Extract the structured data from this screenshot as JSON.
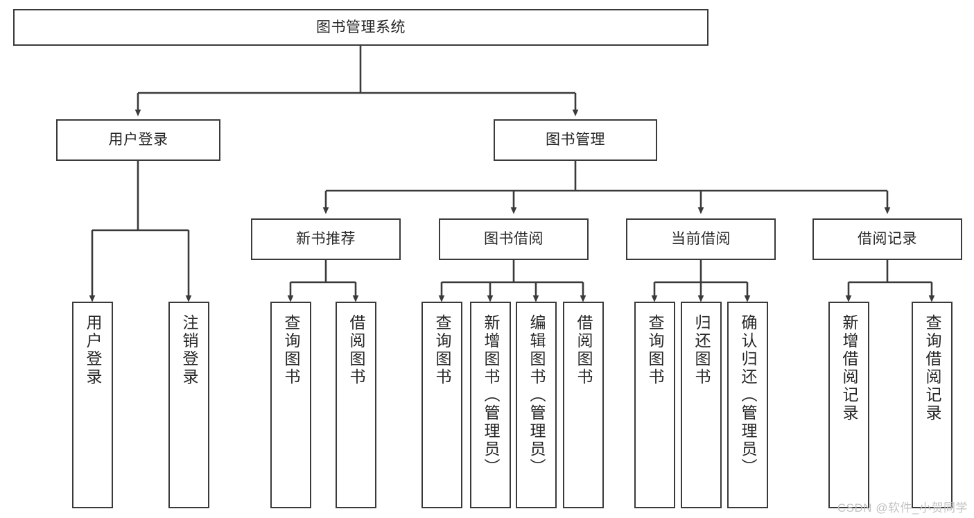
{
  "diagram": {
    "title": "图书管理系统",
    "type": "functional-structure-tree",
    "stroke_color": "#3a3a3a",
    "text_color": "#262626",
    "background_color": "#ffffff"
  },
  "root": {
    "label": "图书管理系统"
  },
  "level2": [
    {
      "label": "用户登录"
    },
    {
      "label": "图书管理"
    }
  ],
  "level3": [
    {
      "label": "新书推荐"
    },
    {
      "label": "图书借阅"
    },
    {
      "label": "当前借阅"
    },
    {
      "label": "借阅记录"
    }
  ],
  "leaves": {
    "user_login": [
      {
        "label": "用户登录"
      },
      {
        "label": "注销登录"
      }
    ],
    "new_book_recommend": [
      {
        "label": "查询图书"
      },
      {
        "label": "借阅图书"
      }
    ],
    "book_borrow": [
      {
        "label": "查询图书"
      },
      {
        "label": "新增图书（管理员）"
      },
      {
        "label": "编辑图书（管理员）"
      },
      {
        "label": "借阅图书"
      }
    ],
    "current_borrow": [
      {
        "label": "查询图书"
      },
      {
        "label": "归还图书"
      },
      {
        "label": "确认归还（管理员）"
      }
    ],
    "borrow_record": [
      {
        "label": "新增借阅记录"
      },
      {
        "label": "查询借阅记录"
      }
    ]
  },
  "watermark": {
    "text": "CSDN @软件_小贺同学"
  }
}
